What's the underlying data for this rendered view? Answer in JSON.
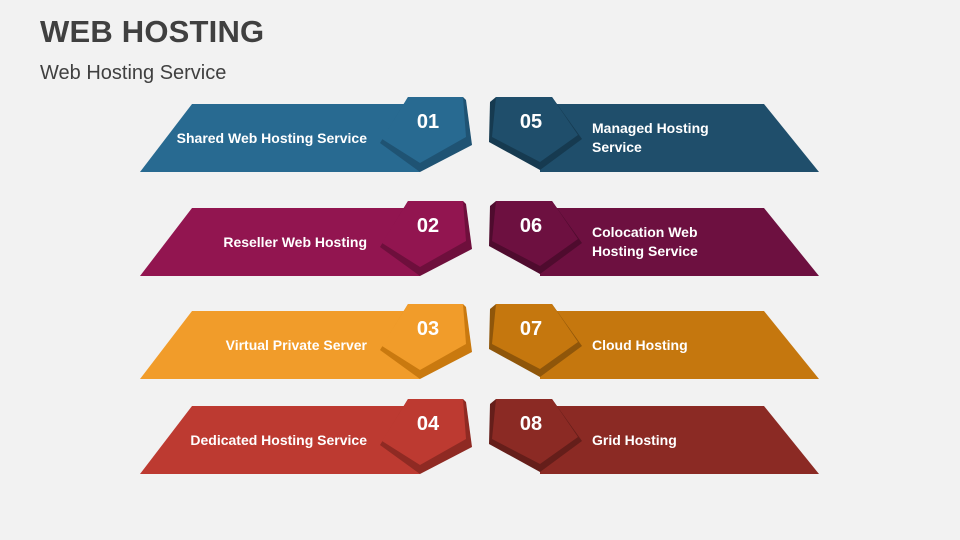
{
  "header": {
    "title": "WEB HOSTING",
    "subtitle": "Web Hosting Service"
  },
  "items": [
    {
      "num": "01",
      "label": "Shared Web Hosting Service",
      "side": "left",
      "color": "#286A91",
      "shade": "#1F5373"
    },
    {
      "num": "02",
      "label": "Reseller Web Hosting",
      "side": "left",
      "color": "#921550",
      "shade": "#6E0F3C"
    },
    {
      "num": "03",
      "label": "Virtual Private Server",
      "side": "left",
      "color": "#F19C2A",
      "shade": "#C9790F"
    },
    {
      "num": "04",
      "label": "Dedicated Hosting Service",
      "side": "left",
      "color": "#BD3A31",
      "shade": "#8F2A23"
    },
    {
      "num": "05",
      "label": "Managed Hosting Service",
      "side": "right",
      "color": "#1F4E6B",
      "shade": "#163A50"
    },
    {
      "num": "06",
      "label": "Colocation Web Hosting Service",
      "label_lines": [
        "Colocation Web",
        "Hosting Service"
      ],
      "side": "right",
      "color": "#6D1040",
      "shade": "#4F0B2E"
    },
    {
      "num": "07",
      "label": "Cloud Hosting",
      "side": "right",
      "color": "#C5770E",
      "shade": "#8F560A"
    },
    {
      "num": "08",
      "label": "Grid Hosting",
      "side": "right",
      "color": "#8B2A24",
      "shade": "#651E1A"
    }
  ]
}
